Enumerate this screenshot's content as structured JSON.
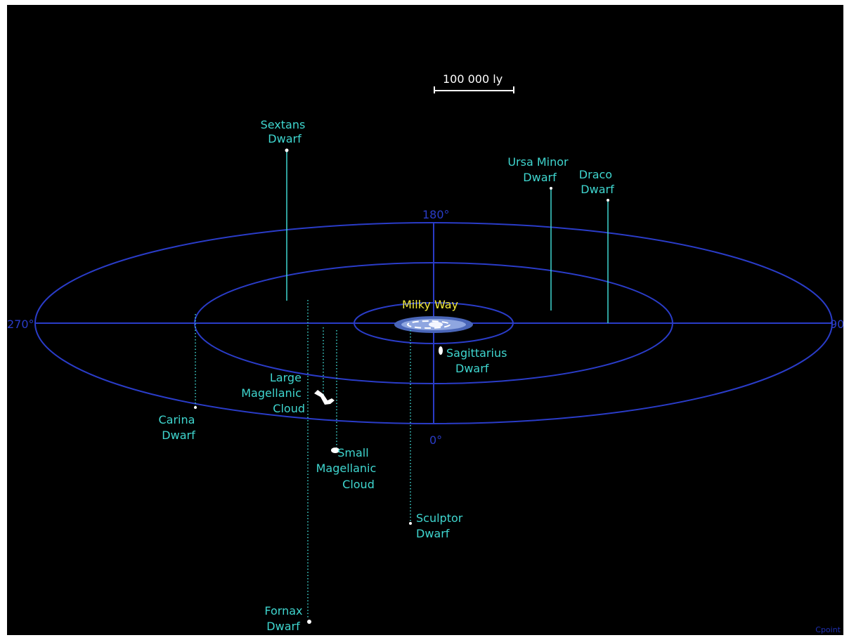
{
  "scale_bar": {
    "label": "100 000 ly"
  },
  "center": {
    "label": "Milky Way"
  },
  "longitude_labels": {
    "top": "180°",
    "bottom": "0°",
    "left": "270°",
    "right": "90°"
  },
  "credit": "Cpoint",
  "colors": {
    "background": "#000000",
    "orbit_rings": "#2a3cc8",
    "label": "#3fd6cf",
    "milky_way_label": "#f2ea3c",
    "scale_bar": "#ffffff"
  },
  "objects": [
    {
      "key": "sextans",
      "lines": [
        "Sextans",
        "Dwarf"
      ],
      "position": "above plane"
    },
    {
      "key": "ursa_minor",
      "lines": [
        "Ursa Minor",
        "Dwarf"
      ],
      "position": "above plane"
    },
    {
      "key": "draco",
      "lines": [
        "Draco",
        "Dwarf"
      ],
      "position": "above plane"
    },
    {
      "key": "sagittarius",
      "lines": [
        "Sagittarius",
        "Dwarf"
      ],
      "position": "below plane"
    },
    {
      "key": "lmc",
      "lines": [
        "Large",
        "Magellanic",
        "Cloud"
      ],
      "position": "below plane"
    },
    {
      "key": "smc",
      "lines": [
        "Small",
        "Magellanic",
        "Cloud"
      ],
      "position": "below plane"
    },
    {
      "key": "carina",
      "lines": [
        "Carina",
        "Dwarf"
      ],
      "position": "below plane"
    },
    {
      "key": "sculptor",
      "lines": [
        "Sculptor",
        "Dwarf"
      ],
      "position": "below plane"
    },
    {
      "key": "fornax",
      "lines": [
        "Fornax",
        "Dwarf"
      ],
      "position": "below plane"
    }
  ]
}
